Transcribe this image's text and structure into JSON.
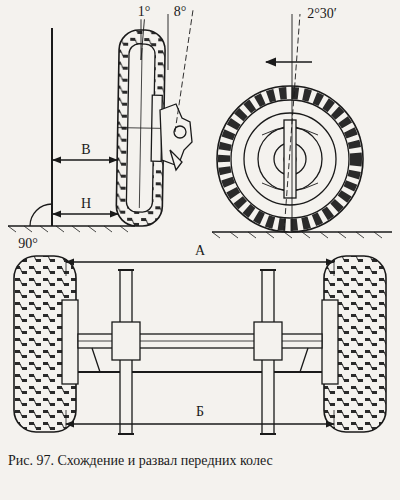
{
  "diagram": {
    "caption": "Рис. 97. Схождение и развал передних колес",
    "labels": [
      "1°",
      "8°",
      "В",
      "Н",
      "90°",
      "2°30′",
      "А",
      "Б"
    ]
  }
}
